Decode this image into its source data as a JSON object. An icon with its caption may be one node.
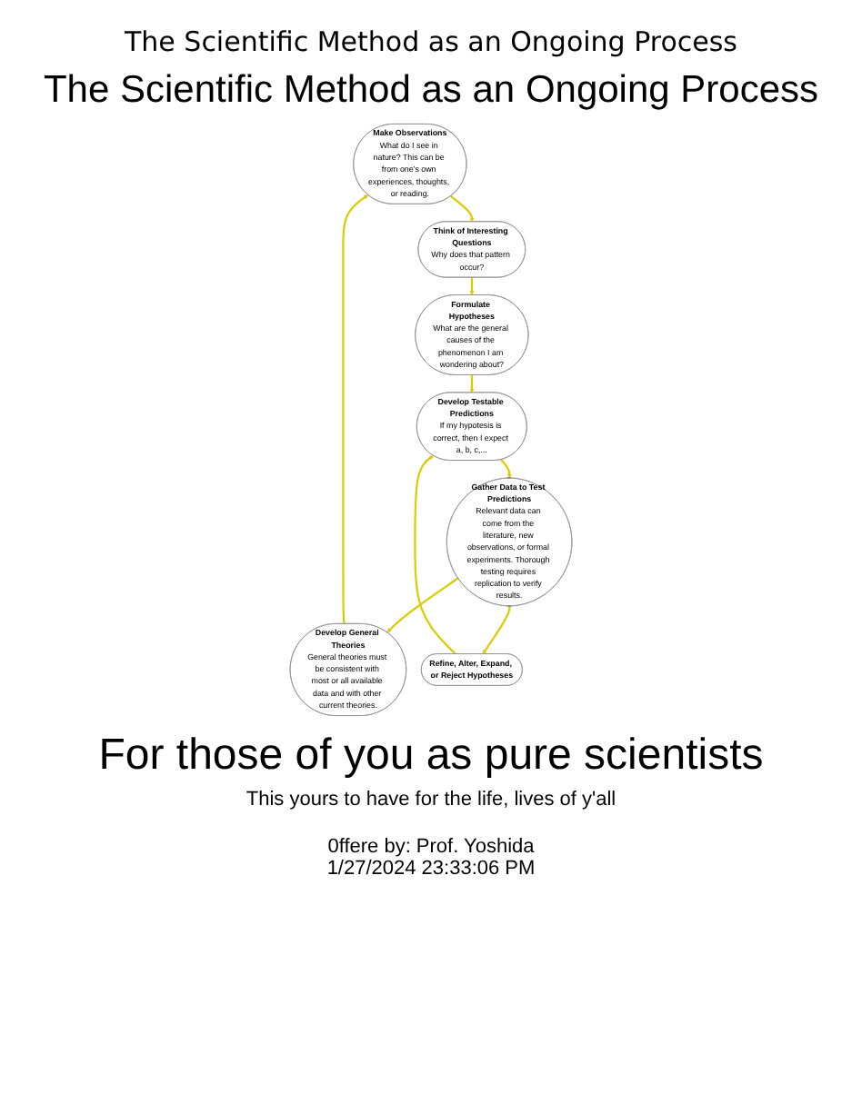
{
  "diagram": {
    "title": "The Scientific Method as an Ongoing Process",
    "nodes": [
      {
        "text": [
          "Make Observations",
          "What do I see in nature? This can be from one's own experiences, thoughts, or reading."
        ]
      },
      {
        "text": [
          "Develop General Theories",
          "General theories must be consistent with most or all available data and with other current theories."
        ]
      },
      {
        "text": [
          "Think of Interesting Questions",
          "Why does that pattern occur?"
        ]
      },
      {
        "text": [
          "Refine, Alter, Expand, or Reject Hypotheses"
        ]
      },
      {
        "text": [
          "Gather Data to Test Predictions",
          "Relevant data can come from the literature, new observations, or formal experiments. Thorough testing requires replication to verify results."
        ]
      },
      {
        "text": [
          "Formulate Hypotheses",
          "What are the general causes of the phenomenon I am wondering about?"
        ]
      },
      {
        "text": [
          "Develop Testable Predictions",
          "If my hypotesis is correct, then I expect a, b, c,..."
        ]
      }
    ],
    "edges": [
      {
        "from": 0,
        "to": 2,
        "arrow": "to"
      },
      {
        "from": 2,
        "to": 5,
        "arrow": "to"
      },
      {
        "from": 5,
        "to": 6,
        "arrow": "to"
      },
      {
        "from": 6,
        "to": 4,
        "arrow": "to"
      },
      {
        "from": 4,
        "to": 1,
        "arrow": "to"
      },
      {
        "from": 1,
        "to": 0,
        "arrow": "to"
      },
      {
        "from": 4,
        "to": 3,
        "arrow": "to"
      },
      {
        "from": 3,
        "to": 6,
        "arrow": "to"
      }
    ],
    "labels": [
      "The Scientific Method as an Ongoing Process",
      "For those of you as pure scientists",
      "This yours to have for the life, lives of y'all",
      "0ffere by: Prof. Yoshida",
      "1/27/2024 23:33:06 PM"
    ]
  }
}
